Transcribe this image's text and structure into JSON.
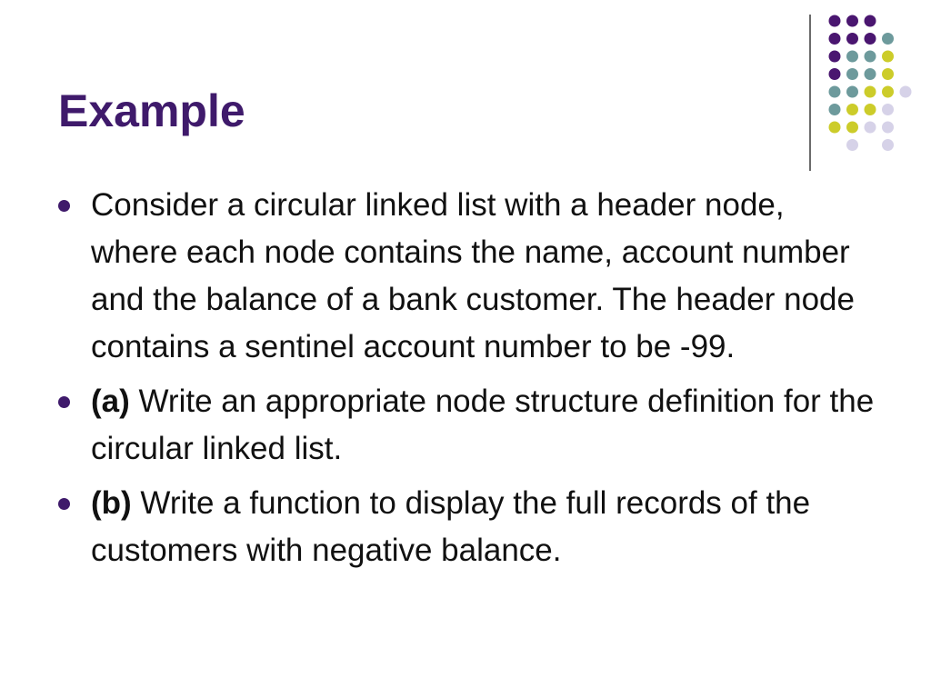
{
  "slide": {
    "title": "Example",
    "bullets": [
      {
        "bold": "",
        "text": "Consider a circular linked list with a header node, where each node contains the name, account number and the balance of a bank customer. The header node contains a sentinel account number to be -99."
      },
      {
        "bold": "(a)",
        "text": " Write an appropriate node structure definition for the circular linked list."
      },
      {
        "bold": "(b)",
        "text": " Write a function to display the full records of the customers with negative balance."
      }
    ]
  },
  "theme": {
    "title_color": "#3f1a6b",
    "bullet_color": "#3f1a6b",
    "dot_purple": "#4a1670",
    "dot_teal": "#6d9a9c",
    "dot_yellow": "#cccc2a",
    "dot_lavender": "#d6d2e8"
  },
  "decoration": {
    "icon": "dot-grid-icon"
  }
}
